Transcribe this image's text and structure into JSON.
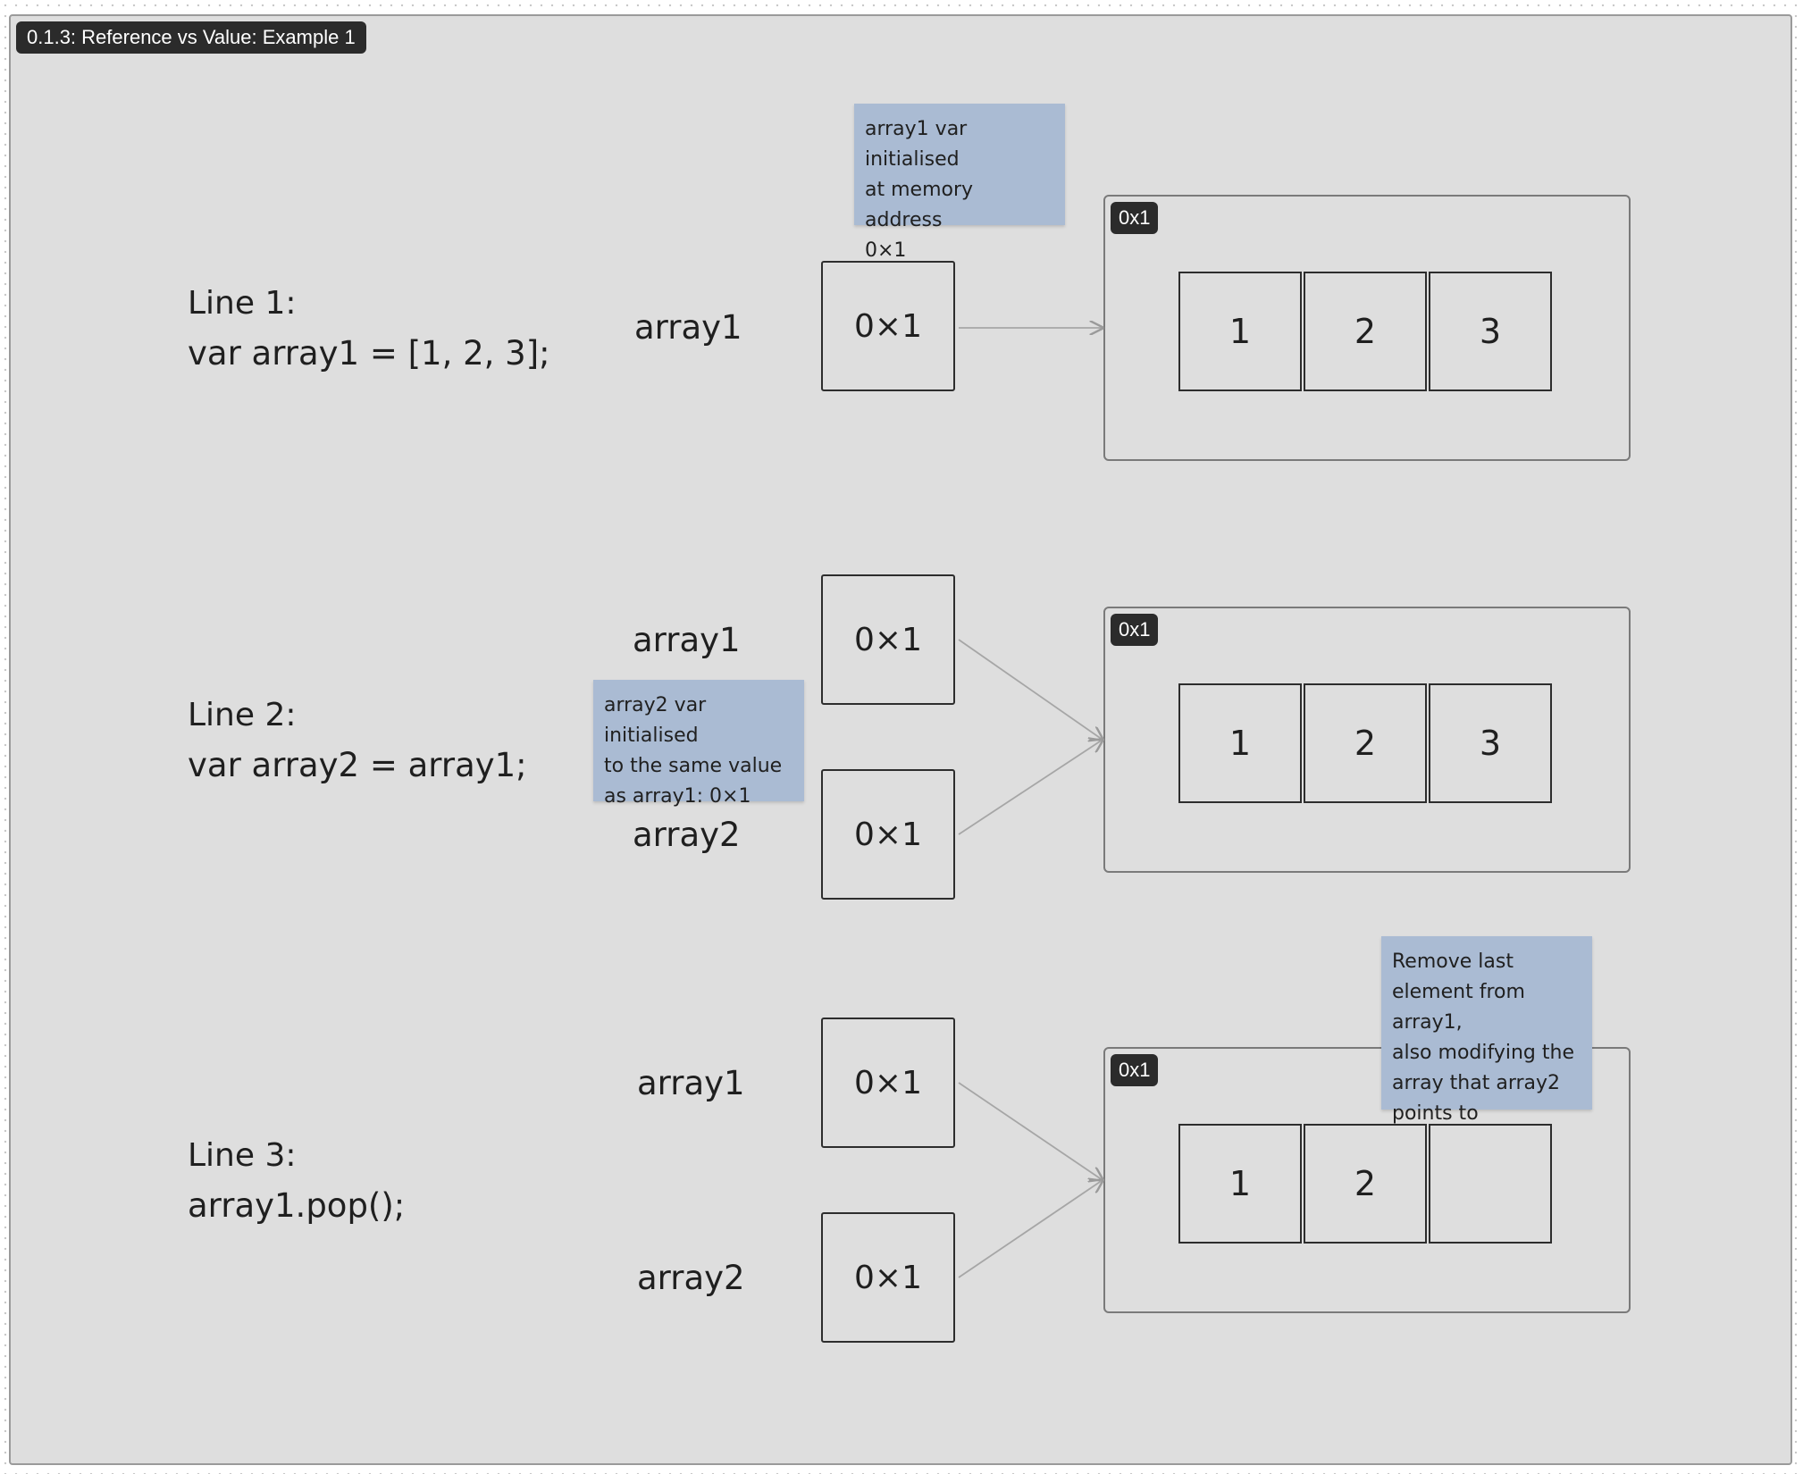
{
  "frame": {
    "title": "0.1.3: Reference vs Value: Example 1"
  },
  "rows": [
    {
      "line_label": "Line 1:",
      "code": "var array1 = [1, 2, 3];",
      "vars": [
        {
          "name": "array1",
          "value": "0×1"
        }
      ],
      "memory": {
        "address": "0x1",
        "cells": [
          "1",
          "2",
          "3"
        ]
      }
    },
    {
      "line_label": "Line 2:",
      "code": "var array2 = array1;",
      "vars": [
        {
          "name": "array1",
          "value": "0×1"
        },
        {
          "name": "array2",
          "value": "0×1"
        }
      ],
      "memory": {
        "address": "0x1",
        "cells": [
          "1",
          "2",
          "3"
        ]
      }
    },
    {
      "line_label": "Line 3:",
      "code": "array1.pop();",
      "vars": [
        {
          "name": "array1",
          "value": "0×1"
        },
        {
          "name": "array2",
          "value": "0×1"
        }
      ],
      "memory": {
        "address": "0x1",
        "cells": [
          "1",
          "2",
          ""
        ]
      }
    }
  ],
  "notes": {
    "note1": [
      "array1 var initialised",
      "at memory address",
      "0×1"
    ],
    "note2": [
      "array2 var initialised",
      "to the same value",
      "as array1: 0×1"
    ],
    "note3": [
      "Remove last",
      "element from array1,",
      "also modifying the",
      "array that array2",
      "points to"
    ]
  }
}
